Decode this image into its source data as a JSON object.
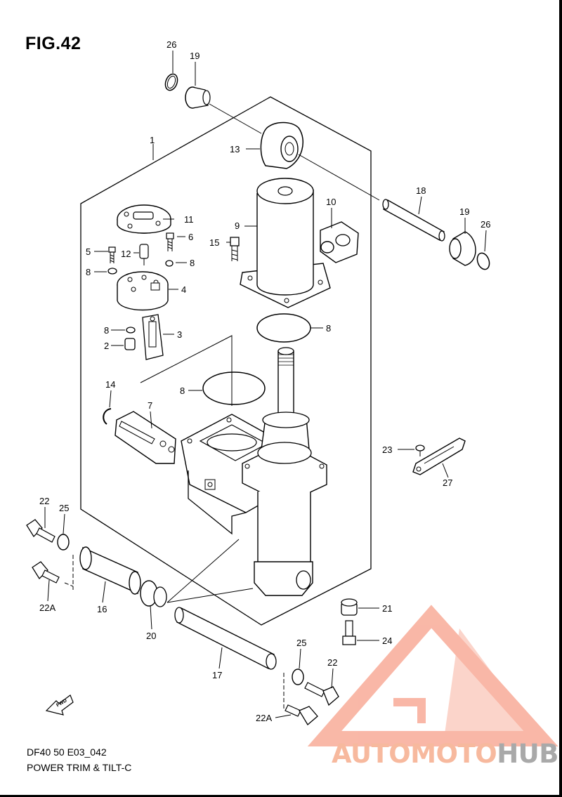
{
  "figure": {
    "title": "FIG.42",
    "code": "DF40 50 E03_042",
    "caption": "POWER TRIM & TILT-C",
    "fwd_label": "FWD"
  },
  "watermark": {
    "part1": "AUTOMOTO",
    "part2": "HUB",
    "color_primary": "#f7a08a",
    "color_secondary": "#a9a9a9"
  },
  "callouts": [
    {
      "id": "c26a",
      "label": "26"
    },
    {
      "id": "c19a",
      "label": "19"
    },
    {
      "id": "c1",
      "label": "1"
    },
    {
      "id": "c13",
      "label": "13"
    },
    {
      "id": "c11",
      "label": "11"
    },
    {
      "id": "c9",
      "label": "9"
    },
    {
      "id": "c10",
      "label": "10"
    },
    {
      "id": "c18",
      "label": "18"
    },
    {
      "id": "c19b",
      "label": "19"
    },
    {
      "id": "c26b",
      "label": "26"
    },
    {
      "id": "c6",
      "label": "6"
    },
    {
      "id": "c5",
      "label": "5"
    },
    {
      "id": "c12",
      "label": "12"
    },
    {
      "id": "c15",
      "label": "15"
    },
    {
      "id": "c8a",
      "label": "8"
    },
    {
      "id": "c8b",
      "label": "8"
    },
    {
      "id": "c4",
      "label": "4"
    },
    {
      "id": "c8c",
      "label": "8"
    },
    {
      "id": "c3",
      "label": "3"
    },
    {
      "id": "c2",
      "label": "2"
    },
    {
      "id": "c8d",
      "label": "8"
    },
    {
      "id": "c8e",
      "label": "8"
    },
    {
      "id": "c14",
      "label": "14"
    },
    {
      "id": "c7",
      "label": "7"
    },
    {
      "id": "c23",
      "label": "23"
    },
    {
      "id": "c27",
      "label": "27"
    },
    {
      "id": "c22a",
      "label": "22"
    },
    {
      "id": "c25a",
      "label": "25"
    },
    {
      "id": "c22Aa",
      "label": "22A"
    },
    {
      "id": "c16",
      "label": "16"
    },
    {
      "id": "c20",
      "label": "20"
    },
    {
      "id": "c21",
      "label": "21"
    },
    {
      "id": "c24",
      "label": "24"
    },
    {
      "id": "c25b",
      "label": "25"
    },
    {
      "id": "c22b",
      "label": "22"
    },
    {
      "id": "c17",
      "label": "17"
    },
    {
      "id": "c22Ab",
      "label": "22A"
    }
  ]
}
